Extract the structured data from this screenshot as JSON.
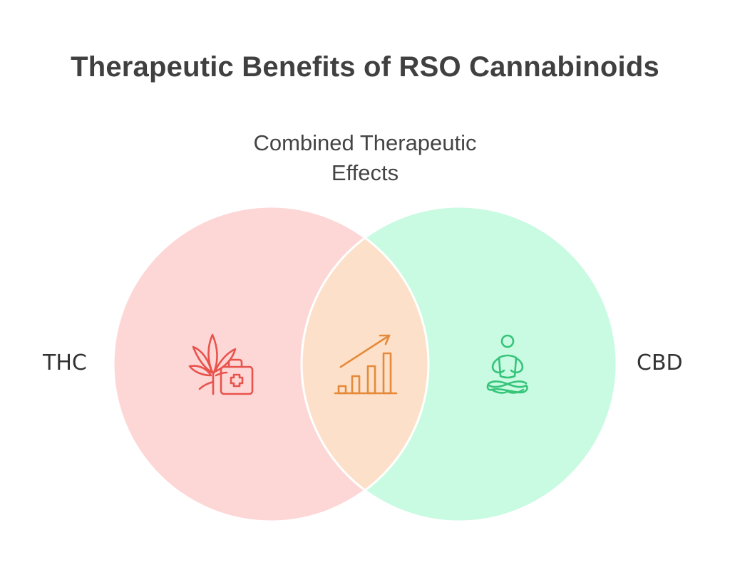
{
  "diagram": {
    "title": "Therapeutic Benefits of RSO Cannabinoids",
    "overlap_label": "Combined Therapeutic\nEffects",
    "sets": [
      {
        "label": "THC",
        "fill_color": "#fdd7d6",
        "icon_color": "#e8534c",
        "icon": "cannabis-leaf-medical-kit-icon"
      },
      {
        "label": "CBD",
        "fill_color": "#c8fbe2",
        "icon_color": "#36c47a",
        "icon": "meditating-person-icon"
      }
    ],
    "intersection": {
      "fill_color": "#fde0c9",
      "icon_color": "#e58a3a",
      "icon": "growth-bar-chart-arrow-icon"
    }
  }
}
